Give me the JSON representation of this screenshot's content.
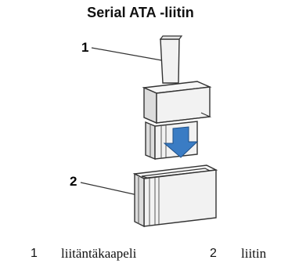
{
  "title": "Serial ATA -liitin",
  "callouts": [
    {
      "number": "1",
      "label": "liitäntäkaapeli"
    },
    {
      "number": "2",
      "label": "liitin"
    }
  ],
  "colors": {
    "part_fill": "#f2f2f2",
    "part_shade": "#dcdcdc",
    "outline": "#333333",
    "arrow": "#3a7cc4"
  },
  "icons": {
    "insert_arrow": "arrow-down-icon"
  }
}
